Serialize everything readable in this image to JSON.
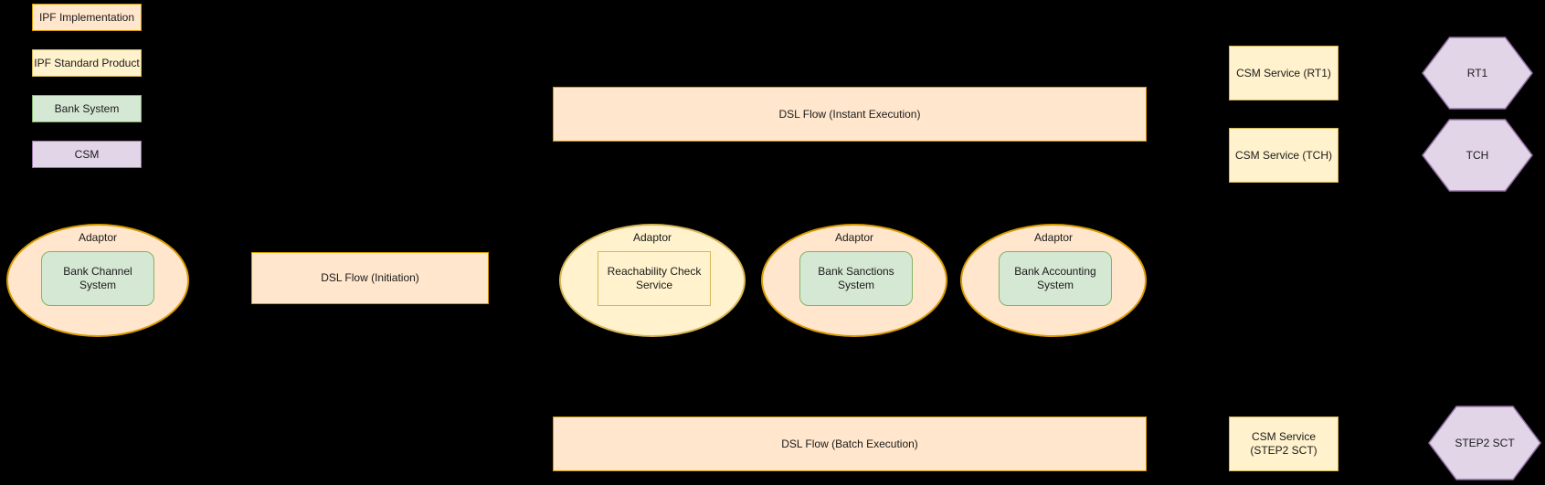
{
  "diagram": {
    "background": "#000000",
    "palette": {
      "ipf_implementation_fill": "#FFE6CC",
      "ipf_implementation_stroke": "#D79B00",
      "ipf_standard_fill": "#FFF2CC",
      "ipf_standard_stroke": "#D6B656",
      "bank_system_fill": "#D5E8D4",
      "bank_system_stroke": "#82B366",
      "csm_fill": "#E1D5E7",
      "csm_stroke": "#9673A6"
    },
    "legend": [
      {
        "label": "IPF Implementation"
      },
      {
        "label": "IPF Standard Product"
      },
      {
        "label": "Bank System"
      },
      {
        "label": "CSM"
      }
    ],
    "adaptors": [
      {
        "label": "Adaptor",
        "inner": "Bank Channel System"
      },
      {
        "label": "Adaptor",
        "inner": "Reachability Check Service"
      },
      {
        "label": "Adaptor",
        "inner": "Bank Sanctions System"
      },
      {
        "label": "Adaptor",
        "inner": "Bank Accounting System"
      }
    ],
    "flows": [
      {
        "label": "DSL Flow (Initiation)"
      },
      {
        "label": "DSL Flow (Instant Execution)"
      },
      {
        "label": "DSL Flow (Batch Execution)"
      }
    ],
    "csm_services": [
      {
        "label": "CSM Service (RT1)"
      },
      {
        "label": "CSM Service (TCH)"
      },
      {
        "label": "CSM Service (STEP2 SCT)"
      }
    ],
    "csm_networks": [
      {
        "label": "RT1"
      },
      {
        "label": "TCH"
      },
      {
        "label": "STEP2 SCT"
      }
    ]
  }
}
